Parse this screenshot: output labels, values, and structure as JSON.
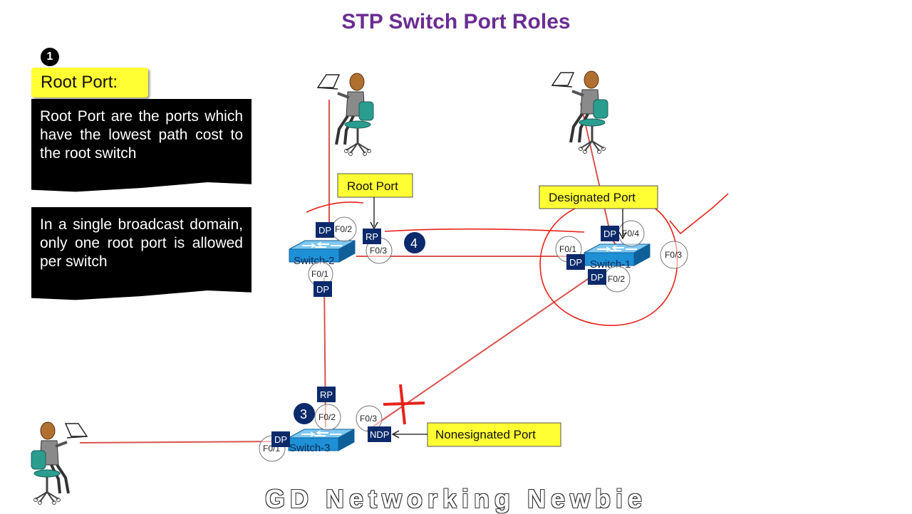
{
  "title": "STP Switch Port Roles",
  "step_badge": "1",
  "root_port_header": "Root Port:",
  "text_box_1": "Root Port are the ports which have the lowest path cost to the root switch",
  "text_box_2": "In a single broadcast domain, only one root port is allowed per switch",
  "callouts": {
    "root_port": "Root Port",
    "designated_port": "Designated Port",
    "nondesignated_port": "Nonesignated Port"
  },
  "switches": {
    "switch2": "Switch-2",
    "switch1": "Switch-1",
    "switch3": "Switch-3"
  },
  "port_roles": {
    "dp": "DP",
    "rp": "RP",
    "ndp": "NDP"
  },
  "ports": {
    "f01": "F0/1",
    "f02": "F0/2",
    "f03": "F0/3",
    "f04": "F0/4"
  },
  "step_numbers": {
    "three": "3",
    "four": "4"
  },
  "watermark": "GD Networking Newbie",
  "colors": {
    "title": "#6a2d91",
    "link": "#d9534f",
    "annotation": "#e8221a",
    "callout": "#ffff33",
    "port_badge": "#0b2a6b",
    "switch": "#1e90d6"
  }
}
